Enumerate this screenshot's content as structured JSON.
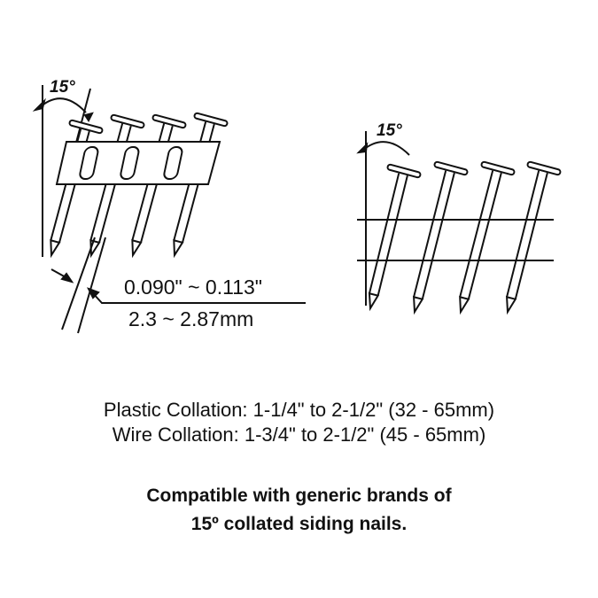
{
  "left_diagram": {
    "angle_label": "15°",
    "diameter_inch": "0.090\" ~ 0.113\"",
    "diameter_mm": "2.3 ~ 2.87mm"
  },
  "right_diagram": {
    "angle_label": "15°"
  },
  "specs": [
    "Plastic Collation: 1-1/4\" to 2-1/2\" (32 - 65mm)",
    "Wire Collation: 1-3/4\" to 2-1/2\" (45 - 65mm)"
  ],
  "compatibility": [
    "Compatible with generic brands of",
    "15º collated siding nails."
  ]
}
